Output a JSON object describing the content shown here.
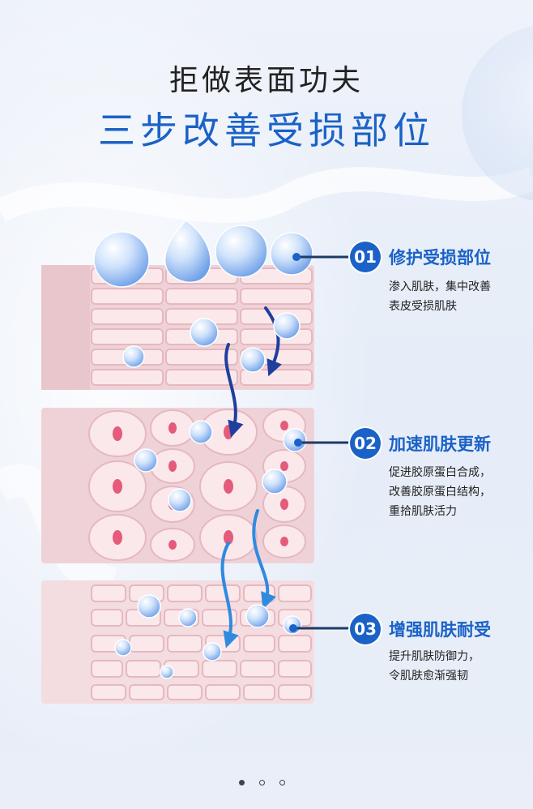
{
  "header": {
    "title": "拒做表面功夫",
    "subtitle": "三步改善受损部位"
  },
  "colors": {
    "accent": "#1a62c7",
    "skin_light": "#f8e3e6",
    "skin_mid": "#f1cdd3",
    "nucleus": "#e45b7c"
  },
  "steps": [
    {
      "number": "01",
      "title": "修护受损部位",
      "desc_line1": "渗入肌肤，集中改善",
      "desc_line2": "表皮受损肌肤"
    },
    {
      "number": "02",
      "title": "加速肌肤更新",
      "desc_line1": "促进胶原蛋白合成，",
      "desc_line2": "改善胶原蛋白结构，",
      "desc_line3": "重拾肌肤活力"
    },
    {
      "number": "03",
      "title": "增强肌肤耐受",
      "desc_line1": "提升肌肤防御力，",
      "desc_line2": "令肌肤愈渐强韧"
    }
  ],
  "pagination": {
    "total": 3,
    "active": 1
  }
}
